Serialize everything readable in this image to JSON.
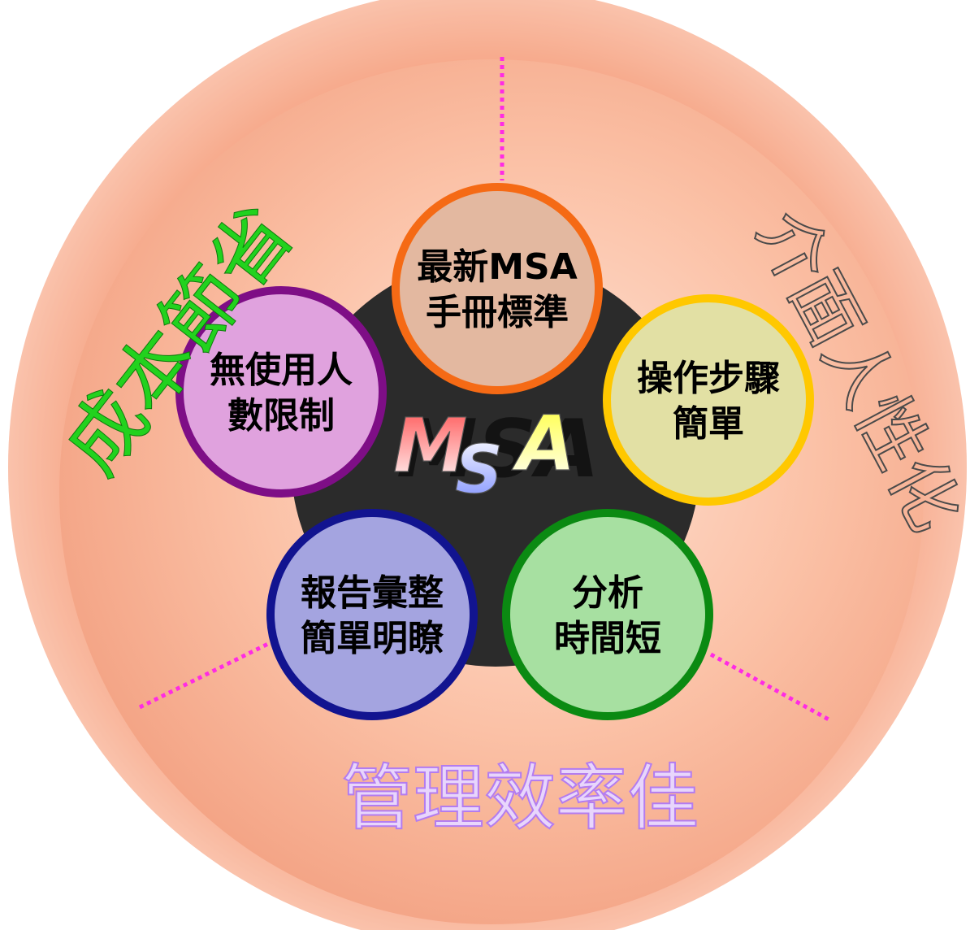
{
  "center": {
    "logo_text": "MSA"
  },
  "nodes": [
    {
      "id": "standard",
      "line1": "最新MSA",
      "line2": "手冊標準",
      "fill": "#E3B8A0",
      "ring": "#F56A15"
    },
    {
      "id": "steps",
      "line1": "操作步驟",
      "line2": "簡單",
      "fill": "#E2E0A4",
      "ring": "#FFC800"
    },
    {
      "id": "analysis",
      "line1": "分析",
      "line2": "時間短",
      "fill": "#A7E0A1",
      "ring": "#0B8A12"
    },
    {
      "id": "report",
      "line1": "報告彙整",
      "line2": "簡單明瞭",
      "fill": "#A4A4E0",
      "ring": "#121490"
    },
    {
      "id": "users",
      "line1": "無使用人",
      "line2": "數限制",
      "fill": "#E0A2DE",
      "ring": "#7E0E86"
    }
  ],
  "outer_labels": {
    "cost": {
      "text": "成本節省",
      "color": "#22D21E"
    },
    "ui": {
      "text": "介面人性化",
      "color": "#5A5A5A"
    },
    "management": {
      "text": "管理效率佳",
      "color": "#C89AF4"
    }
  },
  "colors": {
    "outer_ring": "#F7B79A",
    "inner_disc": "#FAC2A6",
    "hub": "#2B2B2B",
    "divider": "#FF2BE4"
  }
}
